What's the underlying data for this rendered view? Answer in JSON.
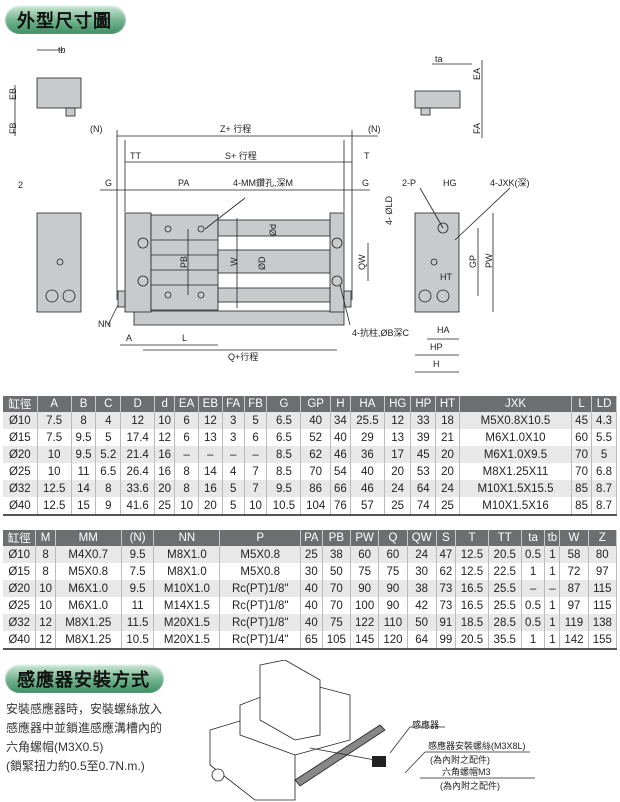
{
  "section1_title": "外型尺寸圖",
  "section2_title": "感應器安裝方式",
  "drawing_labels": {
    "tb": "tb",
    "EB": "EB",
    "FB": "FB",
    "ta": "ta",
    "EA": "EA",
    "FA": "FA",
    "N_left": "(N)",
    "N_right": "(N)",
    "Z_stroke": "Z+ 行程",
    "TT": "TT",
    "S_stroke": "S+ 行程",
    "T": "T",
    "G_left": "G",
    "G_right": "G",
    "PA": "PA",
    "MM_hole": "4-MM鑽孔,深M",
    "two": "2",
    "d": "Ød",
    "D": "ØD",
    "W": "W",
    "PB": "PB",
    "QW": "QW",
    "NN": "NN",
    "A": "A",
    "L": "L",
    "Q_stroke": "Q+行程",
    "B_counterbore": "4-抗柱,ØB深C",
    "P_ports": "2-P",
    "HG": "HG",
    "JXK": "4-JXK(深)",
    "LD": "4- ØLD",
    "GP": "GP",
    "PW": "PW",
    "HT": "HT",
    "HA": "HA",
    "HP": "HP",
    "H": "H"
  },
  "table1": {
    "headers": [
      "缸徑",
      "A",
      "B",
      "C",
      "D",
      "d",
      "EA",
      "EB",
      "FA",
      "FB",
      "G",
      "GP",
      "H",
      "HA",
      "HG",
      "HP",
      "HT",
      "JXK",
      "L",
      "LD"
    ],
    "rows": [
      [
        "Ø10",
        "7.5",
        "8",
        "4",
        "12",
        "10",
        "6",
        "12",
        "3",
        "5",
        "6.5",
        "40",
        "34",
        "25.5",
        "12",
        "33",
        "18",
        "M5X0.8X10.5",
        "45",
        "4.3"
      ],
      [
        "Ø15",
        "7.5",
        "9.5",
        "5",
        "17.4",
        "12",
        "6",
        "13",
        "3",
        "6",
        "6.5",
        "52",
        "40",
        "29",
        "13",
        "39",
        "21",
        "M6X1.0X10",
        "60",
        "5.5"
      ],
      [
        "Ø20",
        "10",
        "9.5",
        "5.2",
        "21.4",
        "16",
        "–",
        "–",
        "–",
        "–",
        "8.5",
        "62",
        "46",
        "36",
        "17",
        "45",
        "20",
        "M6X1.0X9.5",
        "70",
        "5"
      ],
      [
        "Ø25",
        "10",
        "11",
        "6.5",
        "26.4",
        "16",
        "8",
        "14",
        "4",
        "7",
        "8.5",
        "70",
        "54",
        "40",
        "20",
        "53",
        "20",
        "M8X1.25X11",
        "70",
        "6.8"
      ],
      [
        "Ø32",
        "12.5",
        "14",
        "8",
        "33.6",
        "20",
        "8",
        "16",
        "5",
        "7",
        "9.5",
        "86",
        "66",
        "46",
        "24",
        "64",
        "24",
        "M10X1.5X15.5",
        "85",
        "8.7"
      ],
      [
        "Ø40",
        "12.5",
        "15",
        "9",
        "41.6",
        "25",
        "10",
        "20",
        "5",
        "10",
        "10.5",
        "104",
        "76",
        "57",
        "25",
        "74",
        "25",
        "M10X1.5X16",
        "85",
        "8.7"
      ]
    ]
  },
  "table2": {
    "headers": [
      "缸徑",
      "M",
      "MM",
      "(N)",
      "NN",
      "P",
      "PA",
      "PB",
      "PW",
      "Q",
      "QW",
      "S",
      "T",
      "TT",
      "ta",
      "tb",
      "W",
      "Z"
    ],
    "rows": [
      [
        "Ø10",
        "8",
        "M4X0.7",
        "9.5",
        "M8X1.0",
        "M5X0.8",
        "25",
        "38",
        "60",
        "60",
        "24",
        "47",
        "12.5",
        "20.5",
        "0.5",
        "1",
        "58",
        "80"
      ],
      [
        "Ø15",
        "8",
        "M5X0.8",
        "7.5",
        "M8X1.0",
        "M5X0.8",
        "30",
        "50",
        "75",
        "75",
        "30",
        "62",
        "12.5",
        "22.5",
        "1",
        "1",
        "72",
        "97"
      ],
      [
        "Ø20",
        "10",
        "M6X1.0",
        "9.5",
        "M10X1.0",
        "Rc(PT)1/8\"",
        "40",
        "70",
        "90",
        "90",
        "38",
        "73",
        "16.5",
        "25.5",
        "–",
        "–",
        "87",
        "115"
      ],
      [
        "Ø25",
        "10",
        "M6X1.0",
        "11",
        "M14X1.5",
        "Rc(PT)1/8\"",
        "40",
        "70",
        "100",
        "90",
        "42",
        "73",
        "16.5",
        "25.5",
        "0.5",
        "1",
        "97",
        "115"
      ],
      [
        "Ø32",
        "12",
        "M8X1.25",
        "11.5",
        "M20X1.5",
        "Rc(PT)1/8\"",
        "40",
        "75",
        "122",
        "110",
        "50",
        "91",
        "18.5",
        "28.5",
        "0.5",
        "1",
        "119",
        "138"
      ],
      [
        "Ø40",
        "12",
        "M8X1.25",
        "10.5",
        "M20X1.5",
        "Rc(PT)1/4\"",
        "65",
        "105",
        "145",
        "120",
        "64",
        "99",
        "20.5",
        "35.5",
        "1",
        "1",
        "142",
        "155"
      ]
    ]
  },
  "description": [
    "安裝感應器時，安裝螺絲放入",
    "感應器中並鎖進感應溝槽內的",
    "六角螺帽(M3X0.5)",
    "(鎖緊扭力約0.5至0.7N.m.)"
  ],
  "callouts": {
    "sensor": "感應器",
    "screw": "感應器安裝螺絲(M3X8L)",
    "screw_note": "(為內附之配件)",
    "nut": "六角螺帽M3",
    "nut_note": "(為內附之配件)"
  }
}
